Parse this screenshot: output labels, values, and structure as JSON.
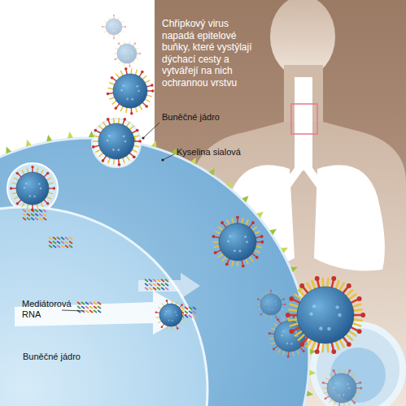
{
  "diagram": {
    "title": "Chřipkový virus napadá epitelové buňky, které vystýlají dýchací cesty a vytvářejí na nich ochrannou vrstvu",
    "labels": [
      "Buněčné jádro",
      "Kyselina sialová",
      "Mediátorová RNA",
      "Buněčné jádro"
    ]
  }
}
